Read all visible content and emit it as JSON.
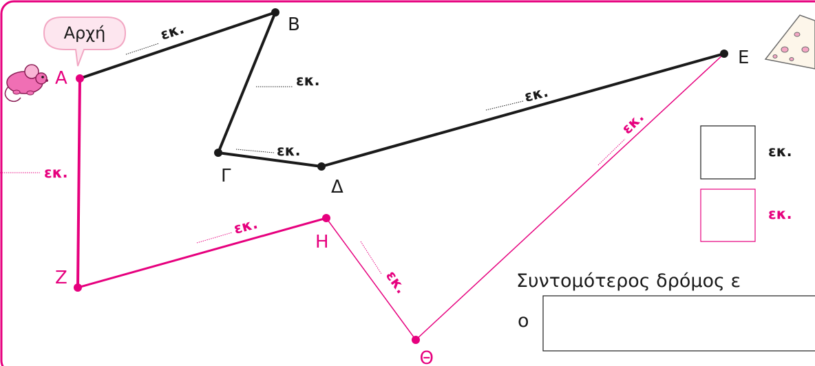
{
  "colors": {
    "black_path": "#1a1a1a",
    "pink_path": "#e6007e",
    "frame": "#e6007e",
    "bubble_fill": "#fde6ef",
    "bubble_stroke": "#f2a7c3"
  },
  "start_bubble": {
    "text": "Αρχή"
  },
  "points": {
    "A": "Α",
    "B": "Β",
    "G": "Γ",
    "D": "Δ",
    "E": "Ε",
    "Z": "Ζ",
    "H": "Η",
    "TH": "Θ"
  },
  "unit": "εκ.",
  "legend": {
    "black_unit": "εκ.",
    "pink_unit": "εκ."
  },
  "shortest": {
    "text": "Συντομότερος δρόμος ε",
    "answer_prefix": "ο",
    "answer_value": ""
  },
  "icons": [
    "mouse-icon",
    "cheese-icon"
  ]
}
